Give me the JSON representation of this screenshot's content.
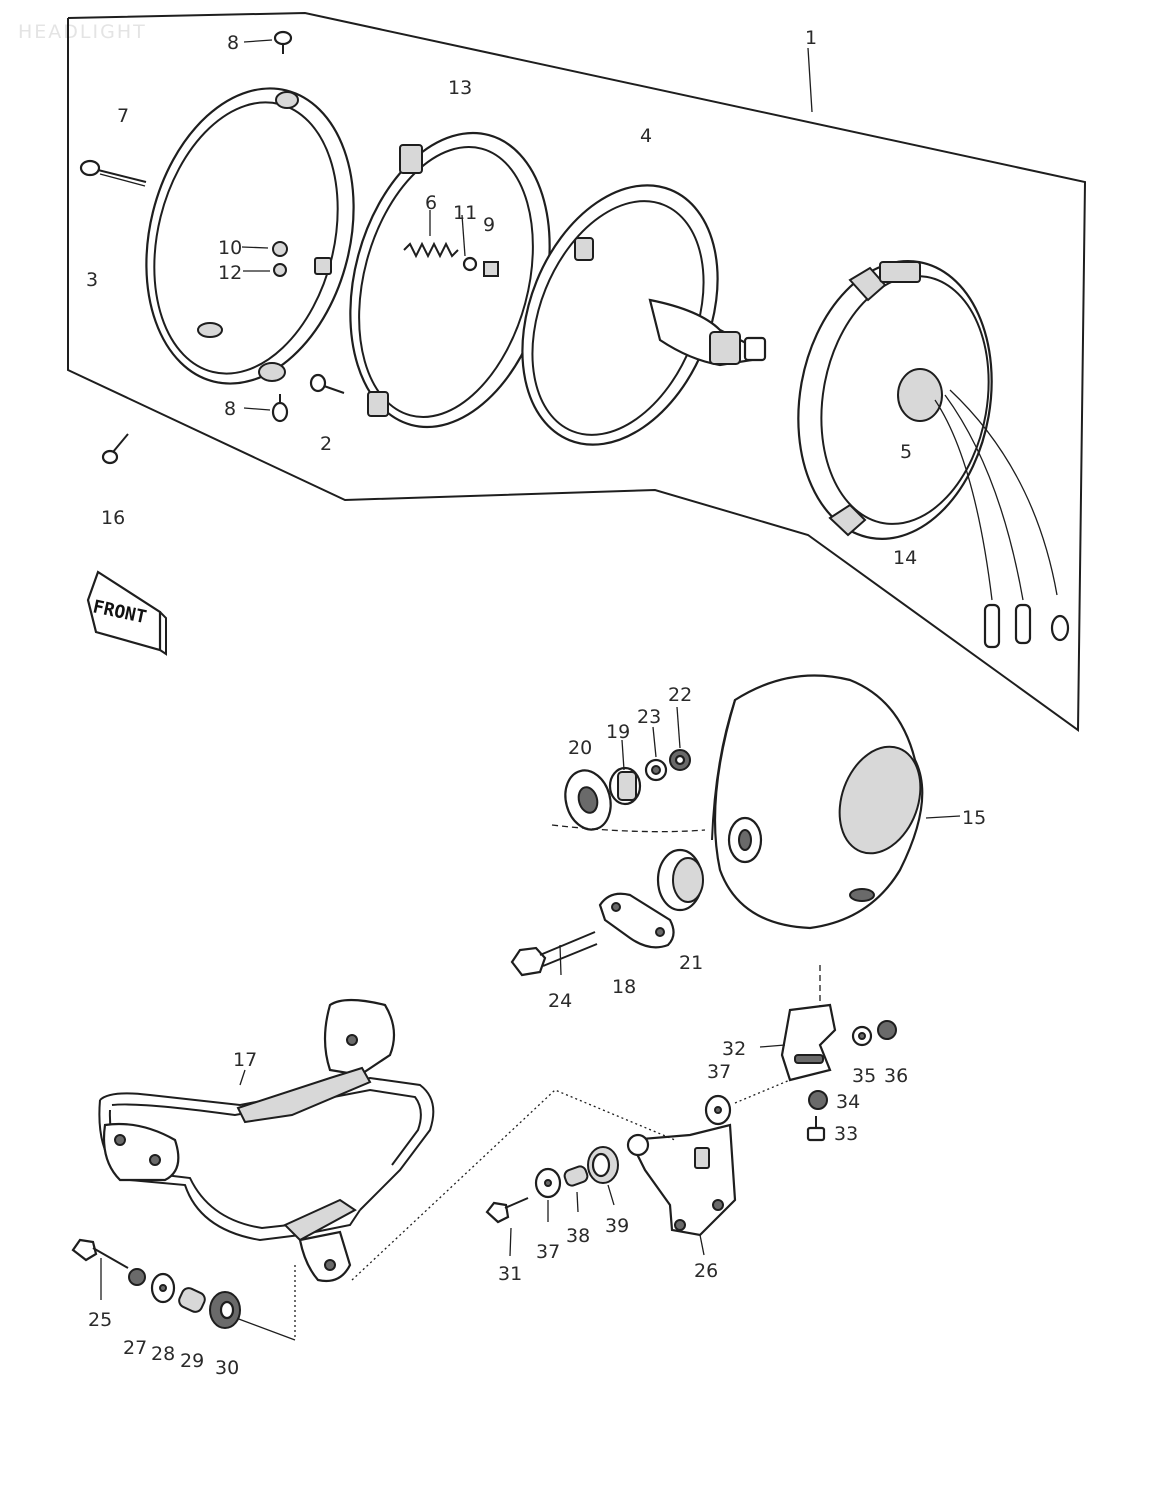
{
  "header": {
    "title": "HEADLIGHT"
  },
  "front_label": "FRONT",
  "callouts": {
    "c1": "1",
    "c2": "2",
    "c3": "3",
    "c4": "4",
    "c5": "5",
    "c6": "6",
    "c7": "7",
    "c8a": "8",
    "c8b": "8",
    "c9": "9",
    "c10": "10",
    "c11": "11",
    "c12": "12",
    "c13": "13",
    "c14": "14",
    "c15": "15",
    "c16": "16",
    "c17": "17",
    "c18": "18",
    "c19": "19",
    "c20": "20",
    "c21": "21",
    "c22": "22",
    "c23": "23",
    "c24": "24",
    "c25": "25",
    "c26": "26",
    "c27": "27",
    "c28": "28",
    "c29": "29",
    "c30": "30",
    "c31": "31",
    "c32": "32",
    "c33": "33",
    "c34": "34",
    "c35": "35",
    "c36": "36",
    "c37a": "37",
    "c37b": "37",
    "c38": "38",
    "c39": "39"
  }
}
